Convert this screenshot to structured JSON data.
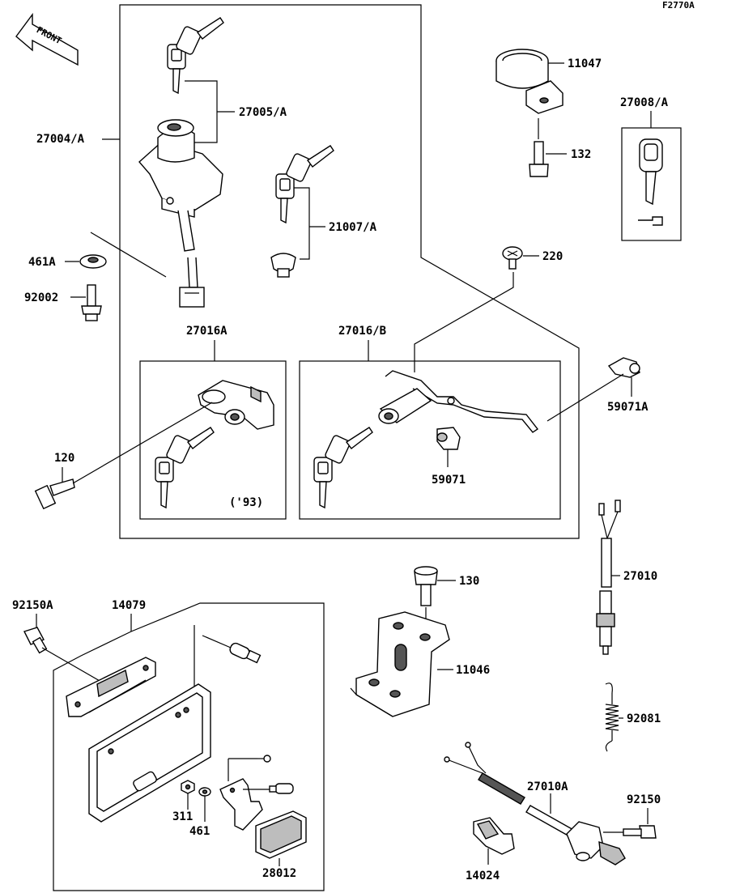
{
  "figure_code": "F2770A",
  "front_label": "FRONT",
  "parts": {
    "p27005": "27005/A",
    "p27004": "27004/A",
    "p21007": "21007/A",
    "p461A": "461A",
    "p92002": "92002",
    "p11047": "11047",
    "p27008": "27008/A",
    "p132": "132",
    "p220": "220",
    "p27016A": "27016A",
    "p27016B": "27016/B",
    "p59071A": "59071A",
    "p120": "120",
    "p59071": "59071",
    "p93": "('93)",
    "p92150A": "92150A",
    "p14079": "14079",
    "p130": "130",
    "p27010": "27010",
    "p11046": "11046",
    "p92081": "92081",
    "p311": "311",
    "p461": "461",
    "p28012": "28012",
    "p27010A": "27010A",
    "p92150": "92150",
    "p14024": "14024"
  }
}
